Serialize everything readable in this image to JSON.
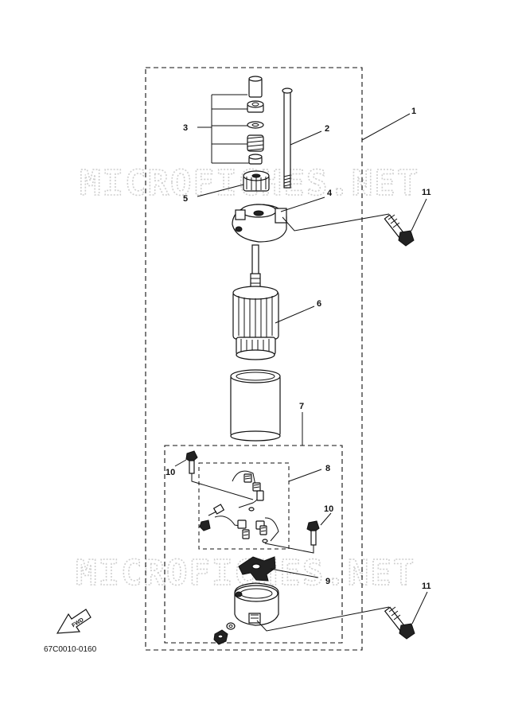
{
  "diagram": {
    "figure_code": "67C0010-0160",
    "watermark": "MICROFICHES.NET",
    "direction_label": "FWD",
    "callouts": {
      "c1": "1",
      "c2": "2",
      "c3": "3",
      "c4": "4",
      "c5": "5",
      "c6": "6",
      "c7": "7",
      "c8": "8",
      "c9": "9",
      "c10a": "10",
      "c10b": "10",
      "c11a": "11",
      "c11b": "11"
    }
  }
}
